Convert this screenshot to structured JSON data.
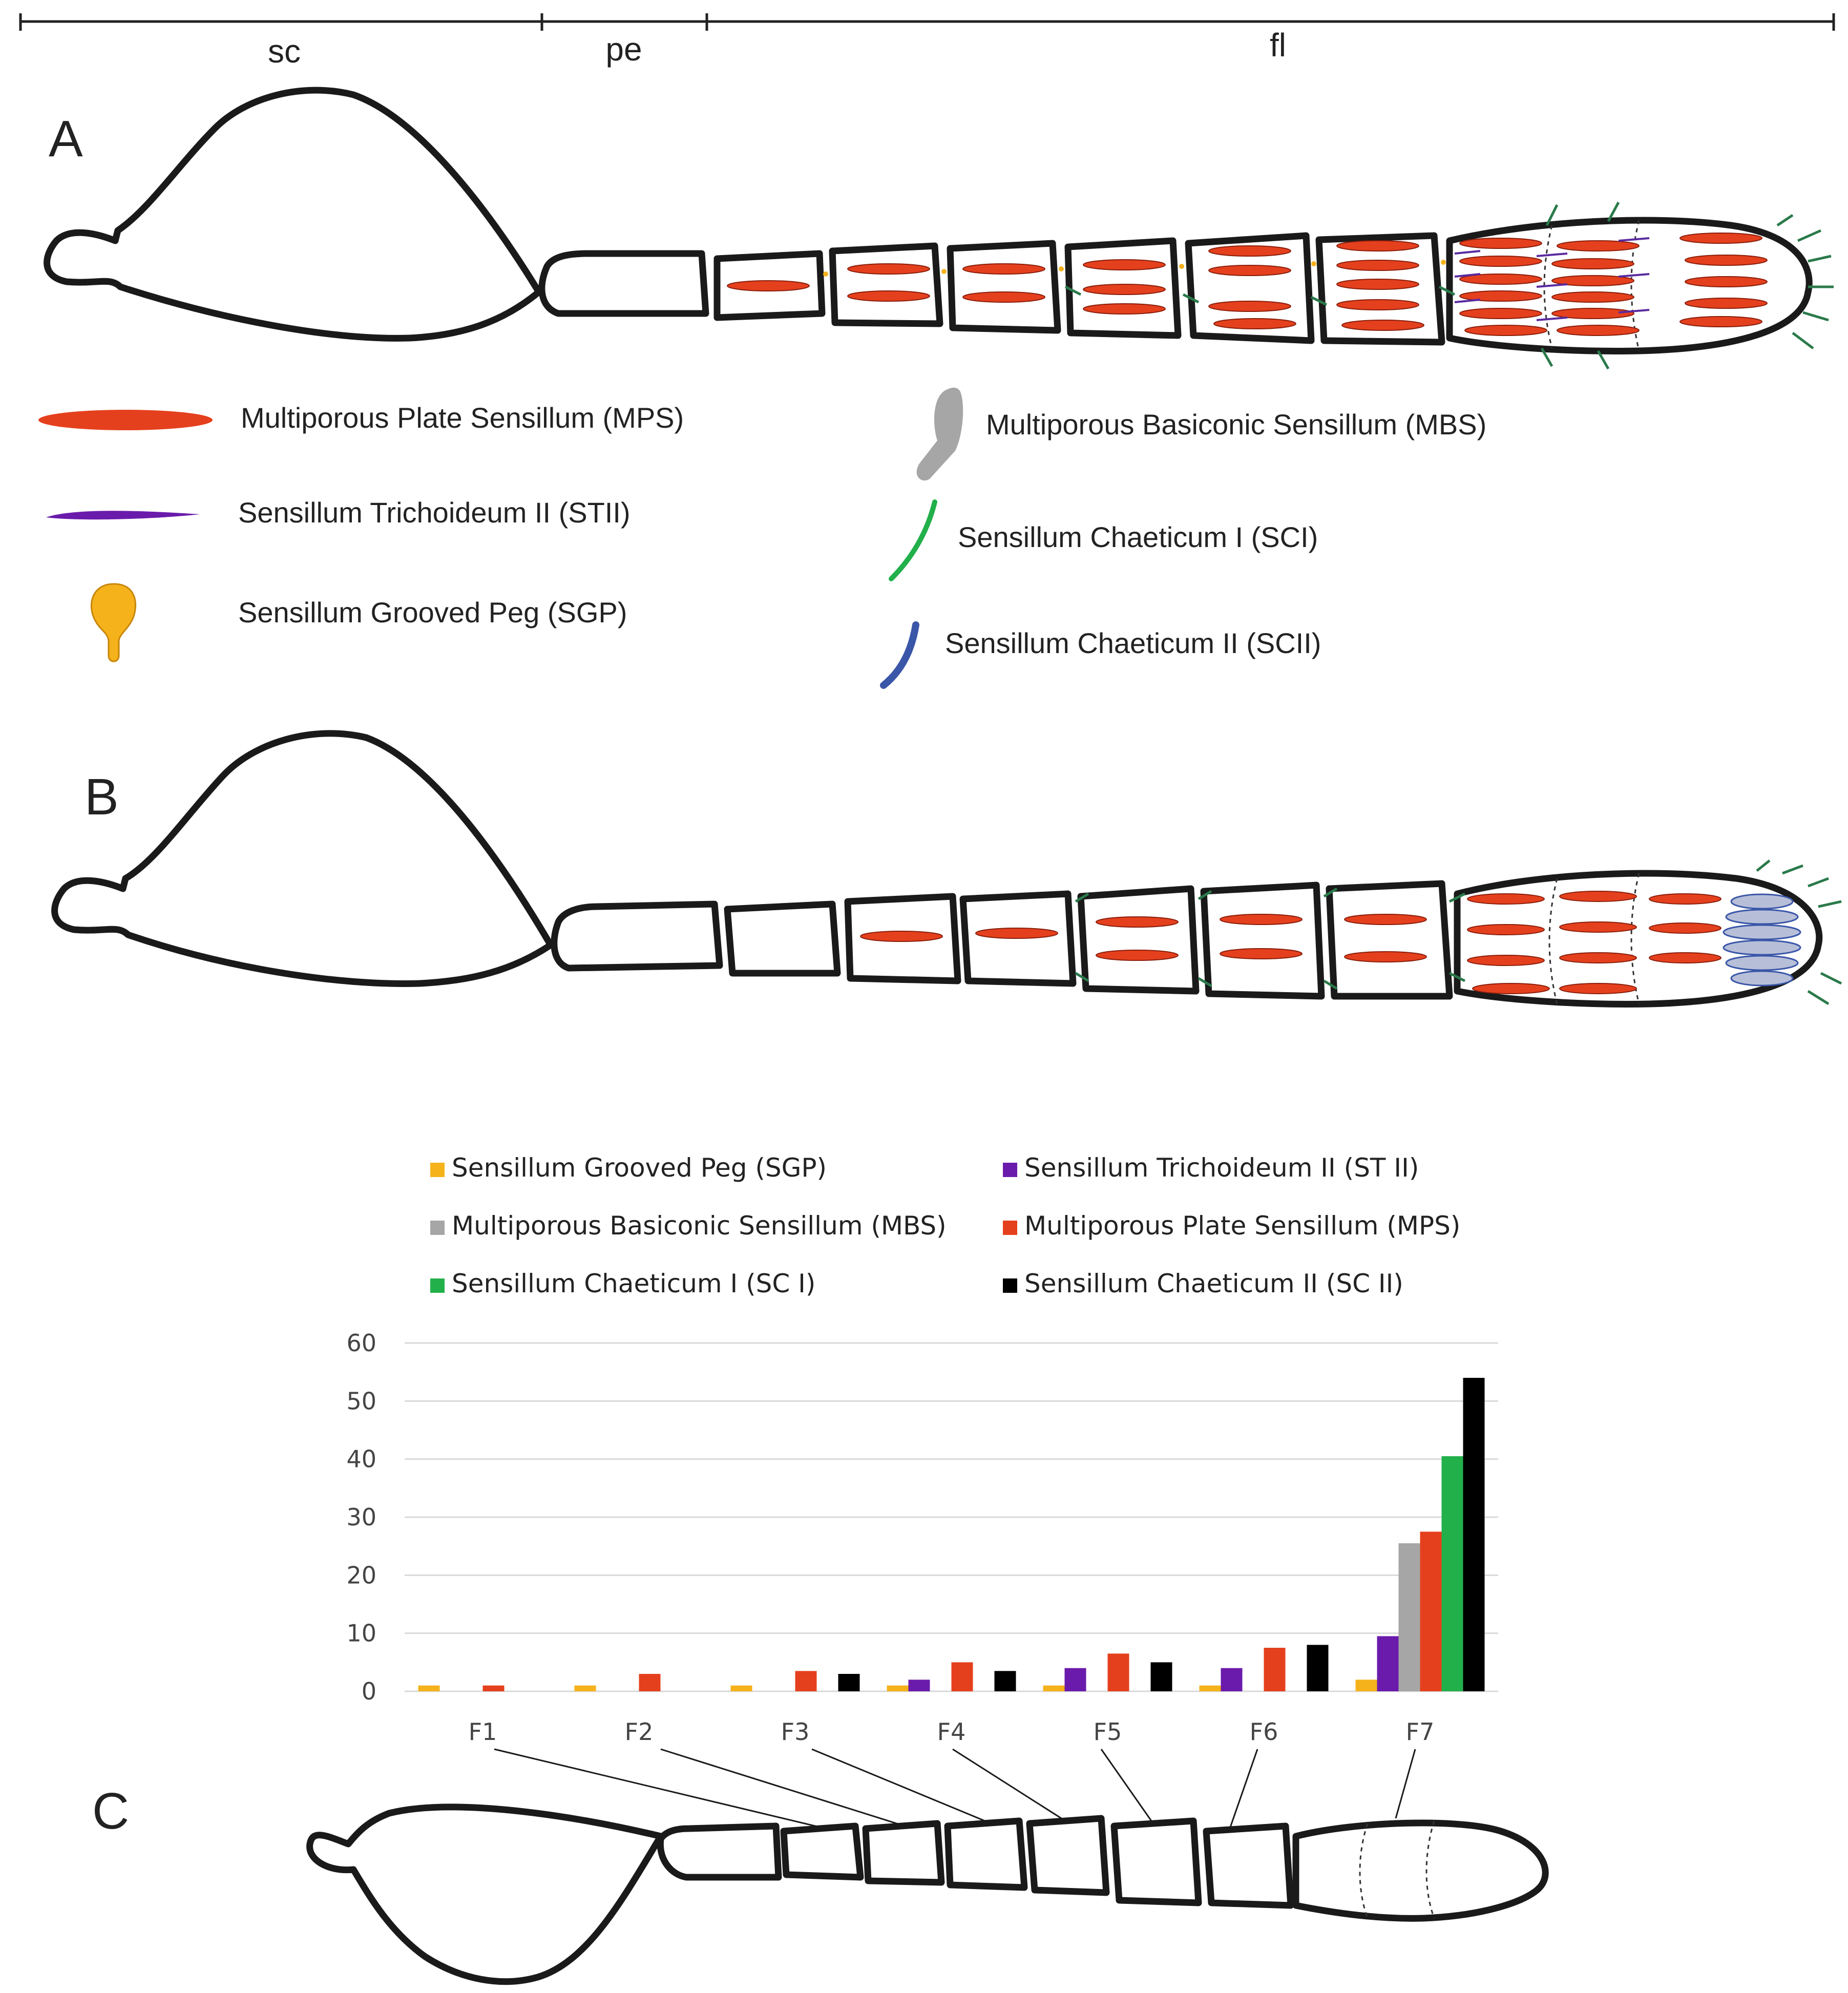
{
  "header": {
    "segments": [
      "sc",
      "pe",
      "fl"
    ]
  },
  "panel_labels": {
    "a": "A",
    "b": "B",
    "c": "C"
  },
  "legend_top": [
    {
      "key": "mps",
      "label": "Multiporous Plate Sensillum (MPS)",
      "color": "#e5401d"
    },
    {
      "key": "stii",
      "label": "Sensillum Trichoideum II (STII)",
      "color": "#6a1bab"
    },
    {
      "key": "sgp",
      "label": "Sensillum Grooved Peg (SGP)",
      "color": "#f5b21b"
    },
    {
      "key": "mbs",
      "label": "Multiporous Basiconic Sensillum (MBS)",
      "color": "#a6a6a6"
    },
    {
      "key": "sci",
      "label": "Sensillum Chaeticum I (SCI)",
      "color": "#2a9a45"
    },
    {
      "key": "scii",
      "label": "Sensillum Chaeticum II (SCII)",
      "color": "#3a56a8"
    }
  ],
  "chart_data": {
    "type": "bar",
    "categories": [
      "F1",
      "F2",
      "F3",
      "F4",
      "F5",
      "F6",
      "F7"
    ],
    "ylim": [
      0,
      60
    ],
    "yticks": [
      0,
      10,
      20,
      30,
      40,
      50,
      60
    ],
    "grid": true,
    "legend_position": "top",
    "series": [
      {
        "name": "Sensillum Grooved Peg (SGP)",
        "color": "#f5b21b",
        "values": [
          1,
          1,
          1,
          1,
          1,
          1,
          2
        ]
      },
      {
        "name": "Sensillum Trichoideum II (ST II)",
        "color": "#6a1bab",
        "values": [
          0,
          0,
          0,
          2,
          4,
          4,
          9.5
        ]
      },
      {
        "name": "Multiporous Basiconic Sensillum (MBS)",
        "color": "#a6a6a6",
        "values": [
          0,
          0,
          0,
          0,
          0,
          0,
          25.5
        ]
      },
      {
        "name": "Multiporous Plate Sensillum (MPS)",
        "color": "#e5401d",
        "values": [
          1,
          3,
          3.5,
          5,
          6.5,
          7.5,
          27.5
        ]
      },
      {
        "name": "Sensillum Chaeticum I (SC I)",
        "color": "#22b04b",
        "values": [
          0,
          0,
          0,
          0,
          0,
          0,
          40.5
        ]
      },
      {
        "name": "Sensillum Chaeticum II (SC II)",
        "color": "#000000",
        "values": [
          0,
          0,
          3,
          3.5,
          5,
          8,
          54
        ]
      }
    ]
  }
}
